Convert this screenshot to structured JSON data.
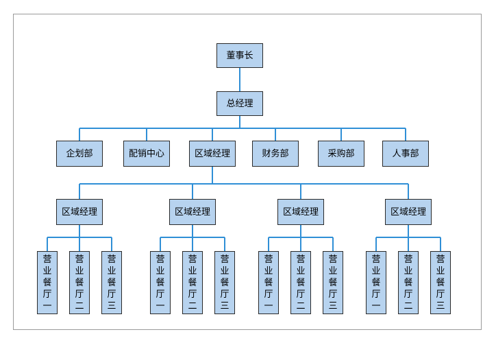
{
  "org_chart": {
    "chairman": "董事长",
    "general_manager": "总经理",
    "departments": [
      "企划部",
      "配销中心",
      "区域经理",
      "财务部",
      "采购部",
      "人事部"
    ],
    "regional_managers": [
      "区域经理",
      "区域经理",
      "区域经理",
      "区域经理"
    ],
    "halls": [
      "营业餐厅一",
      "营业餐厅二",
      "营业餐厅三"
    ]
  },
  "colors": {
    "box_fill": "#b7d3ef",
    "box_border": "#2a2a2a",
    "connector": "#2f8fd6",
    "frame": "#9a9a9a"
  }
}
